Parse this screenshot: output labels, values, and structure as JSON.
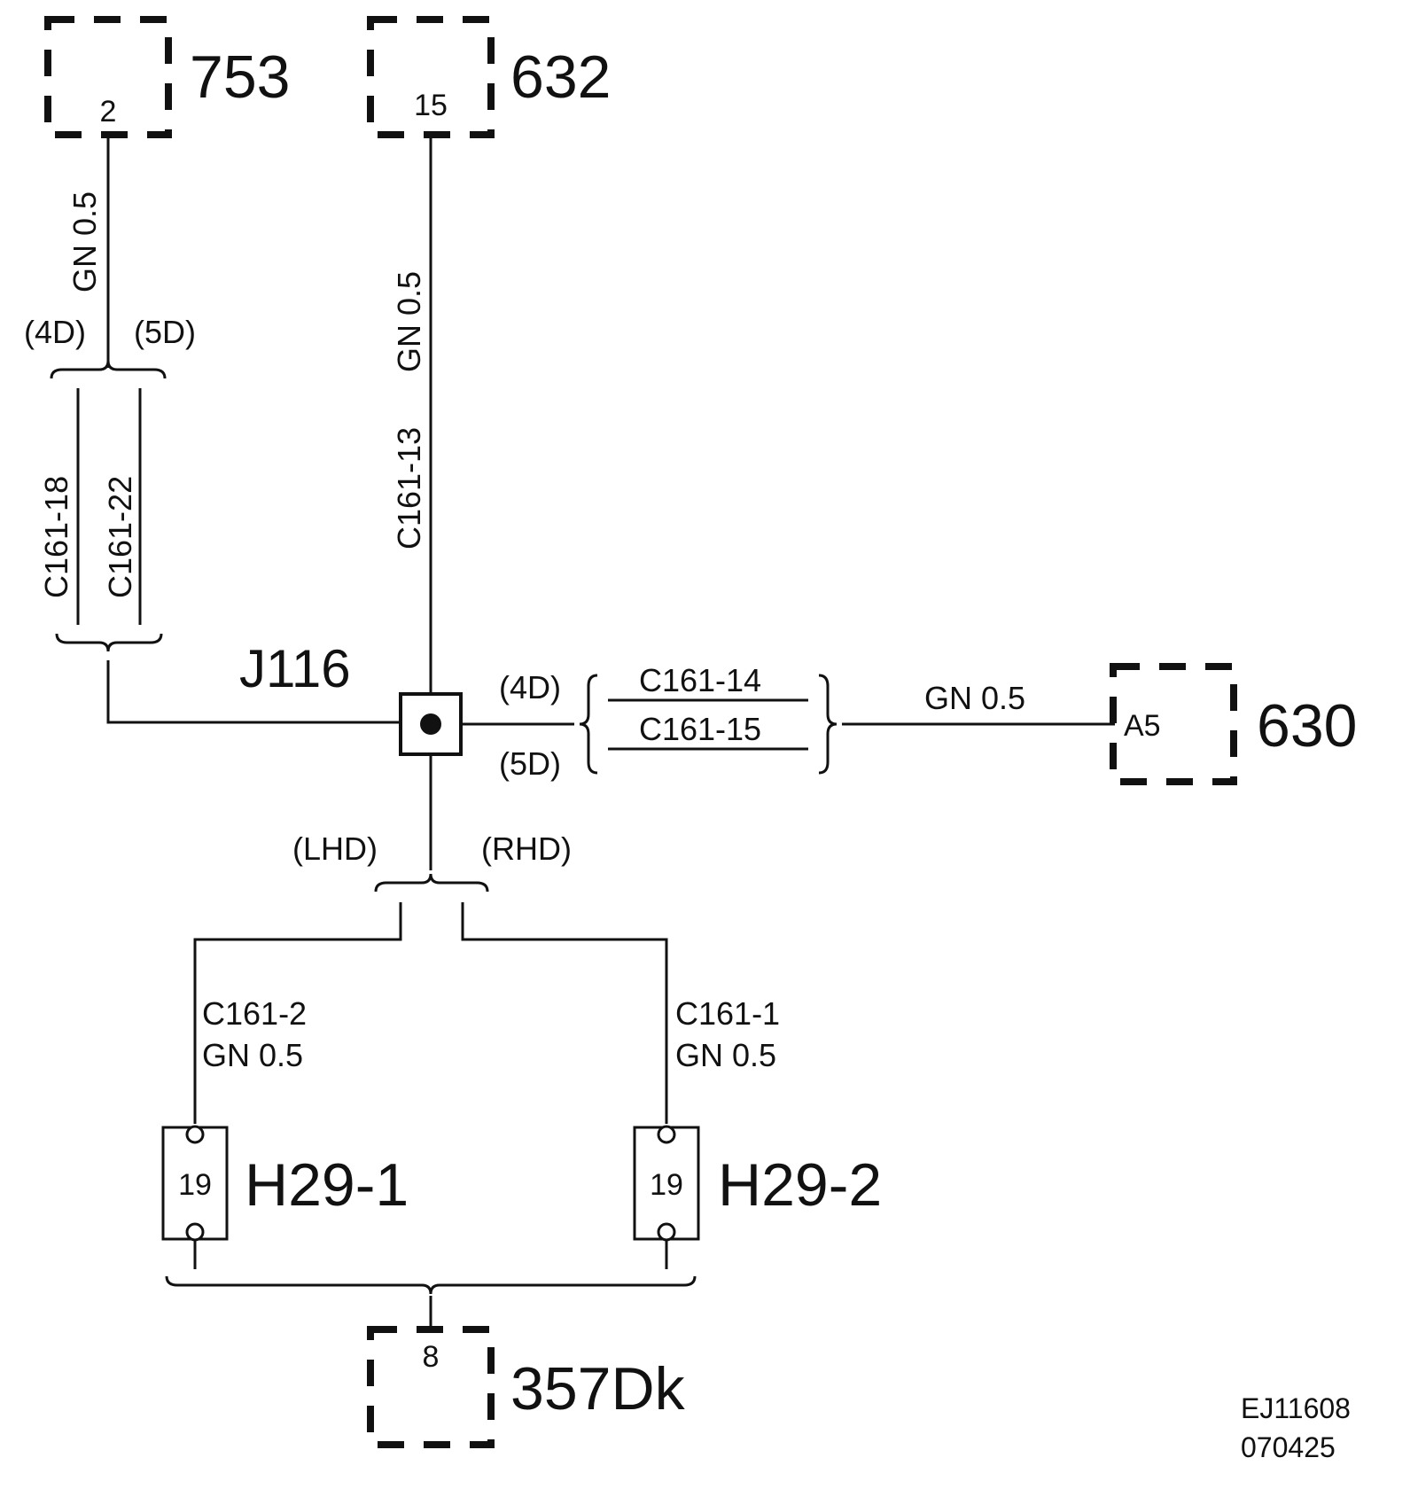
{
  "connectors": {
    "c753": {
      "id": "753",
      "pin": "2"
    },
    "c632": {
      "id": "632",
      "pin": "15"
    },
    "c630": {
      "id": "630",
      "pin": "A5"
    },
    "c357": {
      "id": "357Dk",
      "pin": "8"
    }
  },
  "junction": {
    "id": "J116"
  },
  "components": {
    "h1": {
      "id": "H29-1",
      "pin": "19"
    },
    "h2": {
      "id": "H29-2",
      "pin": "19"
    }
  },
  "wires": {
    "w753": "GN  0.5",
    "w632": {
      "circuit": "C161-13",
      "spec": "GN   0.5"
    },
    "left_branches": [
      "C161-18",
      "C161-22"
    ],
    "right_branches": [
      "C161-14",
      "C161-15"
    ],
    "w630": "GN  0.5",
    "wh1": {
      "circuit": "C161-2",
      "spec": "GN 0.5"
    },
    "wh2": {
      "circuit": "C161-1",
      "spec": "GN 0.5"
    }
  },
  "variants": {
    "left_4d": "(4D)",
    "left_5d": "(5D)",
    "right_4d": "(4D)",
    "right_5d": "(5D)",
    "lhd": "(LHD)",
    "rhd": "(RHD)"
  },
  "document": {
    "code": "EJ11608",
    "date": "070425"
  }
}
